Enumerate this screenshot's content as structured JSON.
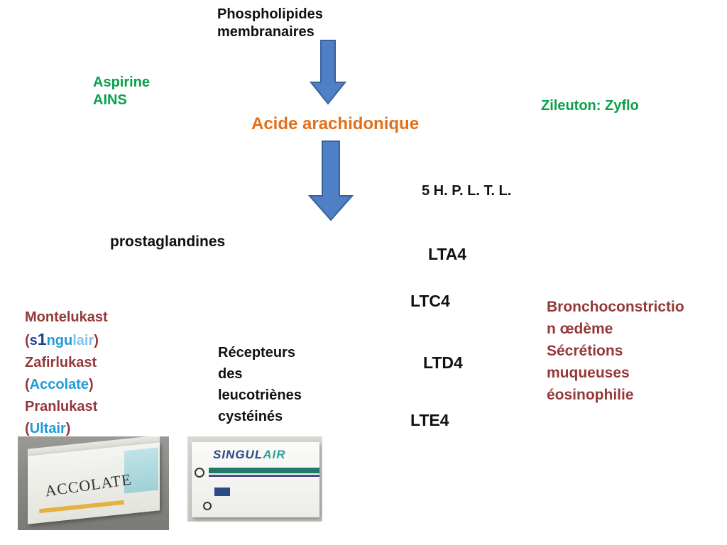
{
  "top": {
    "line1": "Phospholipides",
    "line2": "membranaires"
  },
  "left_inhibitors": {
    "line1": "Aspirine",
    "line2": "AINS"
  },
  "right_inhibitor": "Zileuton: Zyflo",
  "center": "Acide arachidonique",
  "hpltl": "5 H. P. L. T. L.",
  "prostaglandines": "prostaglandines",
  "leukotrienes": {
    "lta4": "LTA4",
    "ltc4": "LTC4",
    "ltd4": "LTD4",
    "lte4": "LTE4"
  },
  "drugs": {
    "montelukast": "Montelukast",
    "singulair": {
      "open": "(",
      "s": "s",
      "one": "1",
      "ngu": "ngu",
      "lair": "lair",
      "close": ")"
    },
    "zafirlukast": "Zafirlukast",
    "accolate": {
      "open": "(",
      "name": "Accolate",
      "close": ")"
    },
    "pranlukast": "Pranlukast",
    "ultair": {
      "open": "(",
      "name": "Ultair",
      "close": ")"
    }
  },
  "receptors": {
    "line1": "Récepteurs",
    "line2": "des",
    "line3": "leucotriènes",
    "line4": "cystéinés"
  },
  "effects": {
    "line1": "Bronchoconstrictio",
    "line2": "n œdème",
    "line3": "Sécrétions",
    "line4": "muqueuses",
    "line5": "éosinophilie"
  },
  "images": {
    "accolate_logo": "ACCOLATE",
    "singulair_logo_a": "SINGUL",
    "singulair_logo_b": "AIR"
  },
  "colors": {
    "arrow_fill": "#4f7fc4",
    "arrow_stroke": "#38619c",
    "green": "#0aa04a",
    "orange": "#e0701c",
    "maroon": "#943838",
    "blue": "#1f9ad6"
  }
}
